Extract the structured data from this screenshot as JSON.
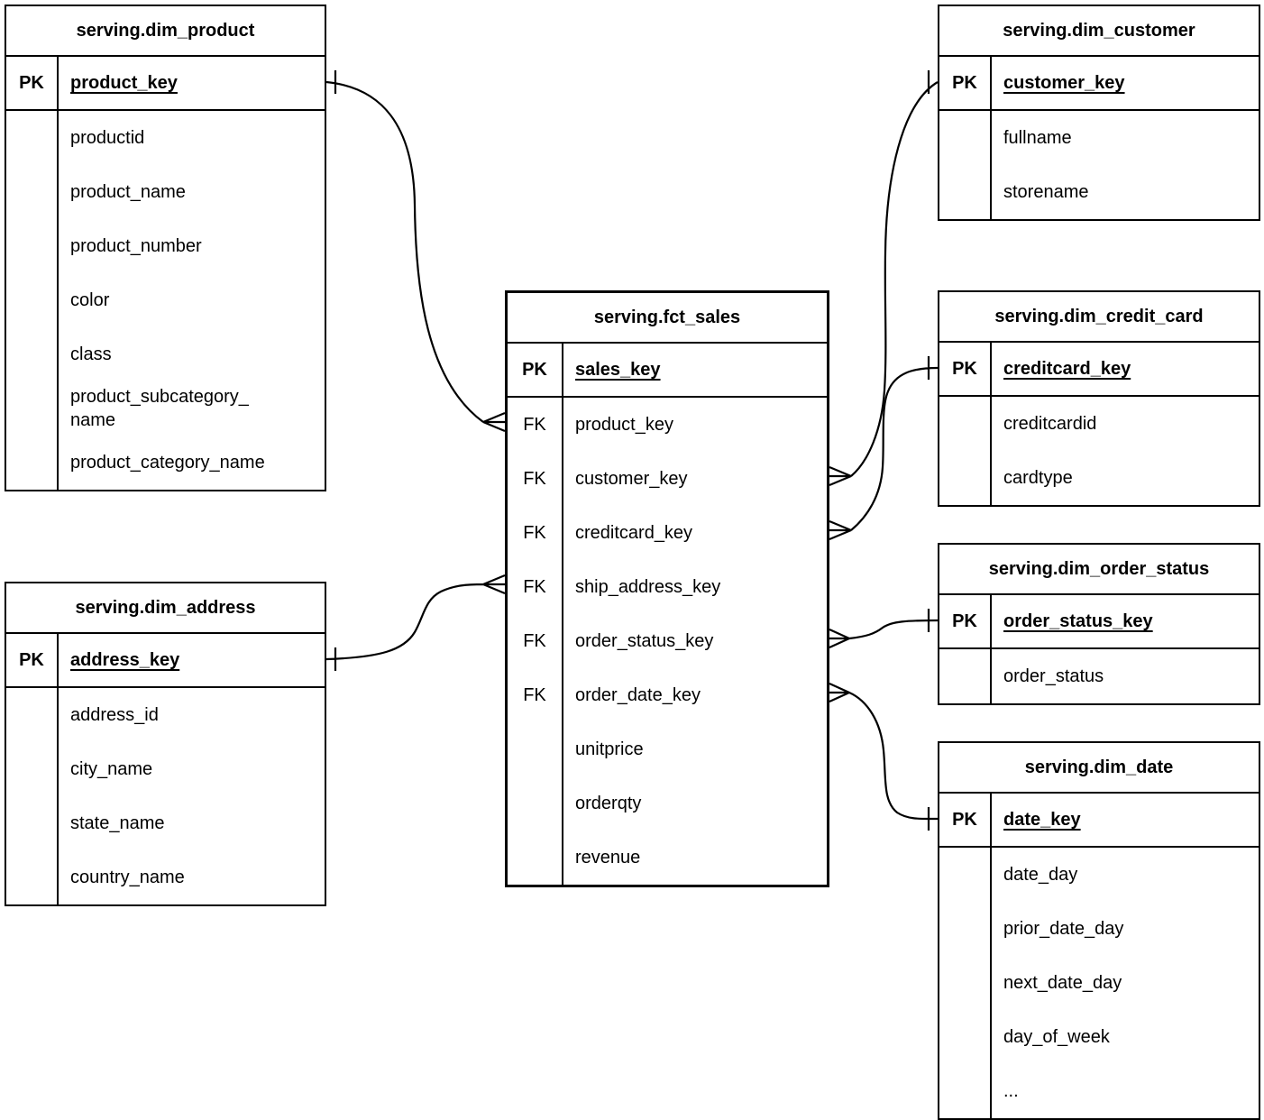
{
  "tables": {
    "dim_product": {
      "title": "serving.dim_product",
      "pk_tag": "PK",
      "pk_field": "product_key",
      "fields": [
        "productid",
        "product_name",
        "product_number",
        "color",
        "class",
        "product_subcategory_name",
        "product_category_name"
      ]
    },
    "dim_address": {
      "title": "serving.dim_address",
      "pk_tag": "PK",
      "pk_field": "address_key",
      "fields": [
        "address_id",
        "city_name",
        "state_name",
        "country_name"
      ]
    },
    "fct_sales": {
      "title": "serving.fct_sales",
      "pk_tag": "PK",
      "pk_field": "sales_key",
      "fk_tag": "FK",
      "fk_fields": [
        "product_key",
        "customer_key",
        "creditcard_key",
        "ship_address_key",
        "order_status_key",
        "order_date_key"
      ],
      "measure_fields": [
        "unitprice",
        "orderqty",
        "revenue"
      ]
    },
    "dim_customer": {
      "title": "serving.dim_customer",
      "pk_tag": "PK",
      "pk_field": "customer_key",
      "fields": [
        "fullname",
        "storename"
      ]
    },
    "dim_credit_card": {
      "title": "serving.dim_credit_card",
      "pk_tag": "PK",
      "pk_field": "creditcard_key",
      "fields": [
        "creditcardid",
        "cardtype"
      ]
    },
    "dim_order_status": {
      "title": "serving.dim_order_status",
      "pk_tag": "PK",
      "pk_field": "order_status_key",
      "fields": [
        "order_status"
      ]
    },
    "dim_date": {
      "title": "serving.dim_date",
      "pk_tag": "PK",
      "pk_field": "date_key",
      "fields": [
        "date_day",
        "prior_date_day",
        "next_date_day",
        "day_of_week",
        "..."
      ]
    }
  },
  "relationships": [
    {
      "many_table": "serving.fct_sales",
      "many_field": "product_key",
      "one_table": "serving.dim_product",
      "one_field": "product_key",
      "notation": "crow-foot-many-to-one"
    },
    {
      "many_table": "serving.fct_sales",
      "many_field": "customer_key",
      "one_table": "serving.dim_customer",
      "one_field": "customer_key",
      "notation": "crow-foot-many-to-one"
    },
    {
      "many_table": "serving.fct_sales",
      "many_field": "creditcard_key",
      "one_table": "serving.dim_credit_card",
      "one_field": "creditcard_key",
      "notation": "crow-foot-many-to-one"
    },
    {
      "many_table": "serving.fct_sales",
      "many_field": "ship_address_key",
      "one_table": "serving.dim_address",
      "one_field": "address_key",
      "notation": "crow-foot-many-to-one"
    },
    {
      "many_table": "serving.fct_sales",
      "many_field": "order_status_key",
      "one_table": "serving.dim_order_status",
      "one_field": "order_status_key",
      "notation": "crow-foot-many-to-one"
    },
    {
      "many_table": "serving.fct_sales",
      "many_field": "order_date_key",
      "one_table": "serving.dim_date",
      "one_field": "date_key",
      "notation": "crow-foot-many-to-one"
    }
  ],
  "colors": {
    "line": "#000000",
    "text": "#000000",
    "background": "#ffffff"
  }
}
